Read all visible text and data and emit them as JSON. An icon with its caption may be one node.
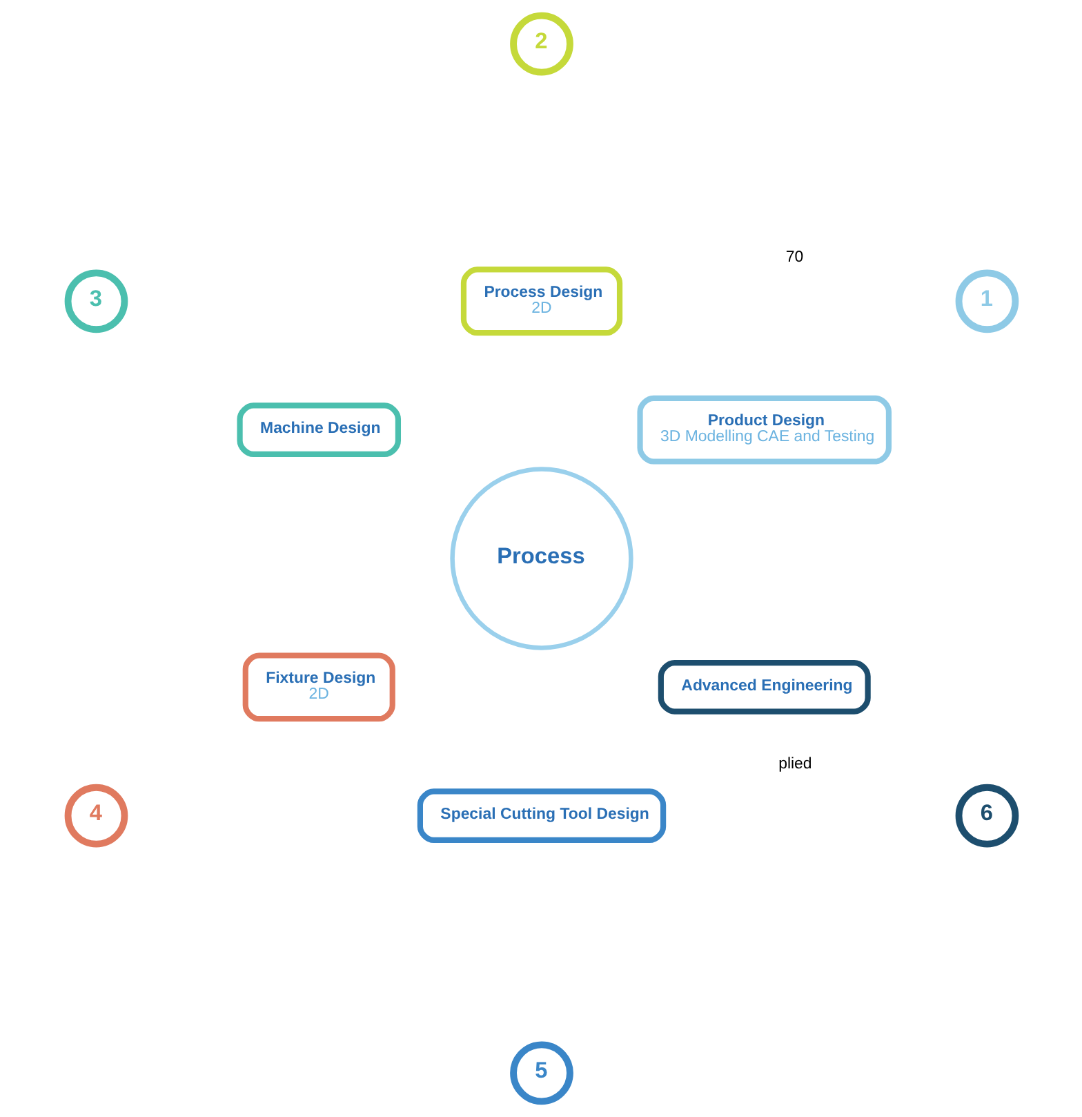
{
  "diagram": {
    "nodes": [
      {
        "text": [
          "Process"
        ]
      },
      {
        "text": [
          "1"
        ]
      },
      {
        "text": [
          "Product Design",
          "3D Modelling CAE and Testing"
        ]
      },
      {
        "text": [
          "2"
        ]
      },
      {
        "text": [
          "Process Design",
          "2D"
        ]
      },
      {
        "text": [
          "3"
        ]
      },
      {
        "text": [
          "Machine Design"
        ]
      },
      {
        "text": [
          "4"
        ]
      },
      {
        "text": [
          "Fixture Design",
          "2D"
        ]
      },
      {
        "text": [
          "5"
        ]
      },
      {
        "text": [
          "Special Cutting Tool Design"
        ]
      },
      {
        "text": [
          "6"
        ]
      },
      {
        "text": [
          "Advanced Engineering"
        ]
      }
    ],
    "labels": [
      "plied",
      "70"
    ]
  }
}
